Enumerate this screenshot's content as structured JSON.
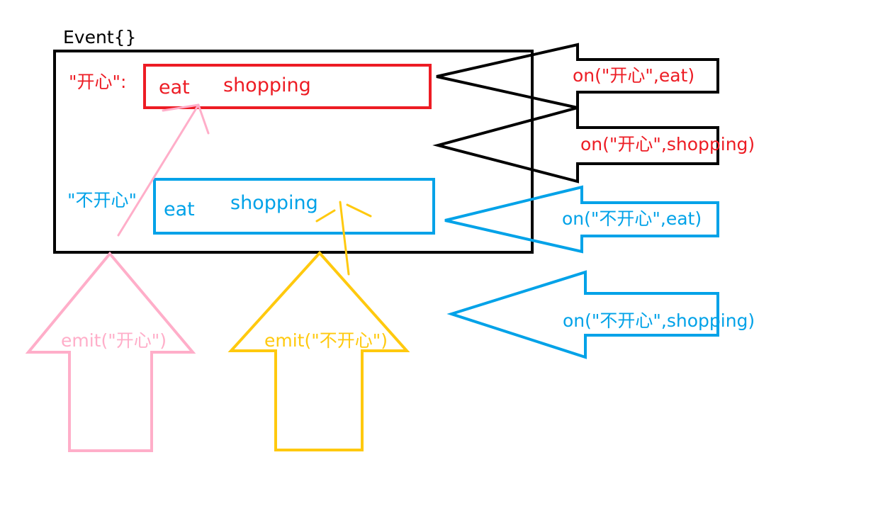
{
  "diagram": {
    "event_title": "Event{}",
    "happy_key": "\"开心\":",
    "sad_key": "\"不开心\"",
    "happy_list": {
      "item1": "eat",
      "item2": "shopping"
    },
    "sad_list": {
      "item1": "eat",
      "item2": "shopping"
    },
    "registrations": [
      {
        "label": "on(\"开心\",eat)",
        "color": "#000000",
        "text_color": "#ed1c24"
      },
      {
        "label": "on(\"开心\",shopping)",
        "color": "#000000",
        "text_color": "#ed1c24"
      },
      {
        "label": "on(\"不开心\",eat)",
        "color": "#00a2e8",
        "text_color": "#00a2e8"
      },
      {
        "label": "on(\"不开心\",shopping)",
        "color": "#00a2e8",
        "text_color": "#00a2e8"
      }
    ],
    "emits": [
      {
        "label": "emit(\"开心\")",
        "color": "#ffaec9"
      },
      {
        "label": "emit(\"不开心\")",
        "color": "#ffc90e"
      }
    ],
    "colors": {
      "black": "#000000",
      "red": "#ed1c24",
      "blue": "#00a2e8",
      "pink": "#ffaec9",
      "yellow": "#ffc90e"
    }
  }
}
